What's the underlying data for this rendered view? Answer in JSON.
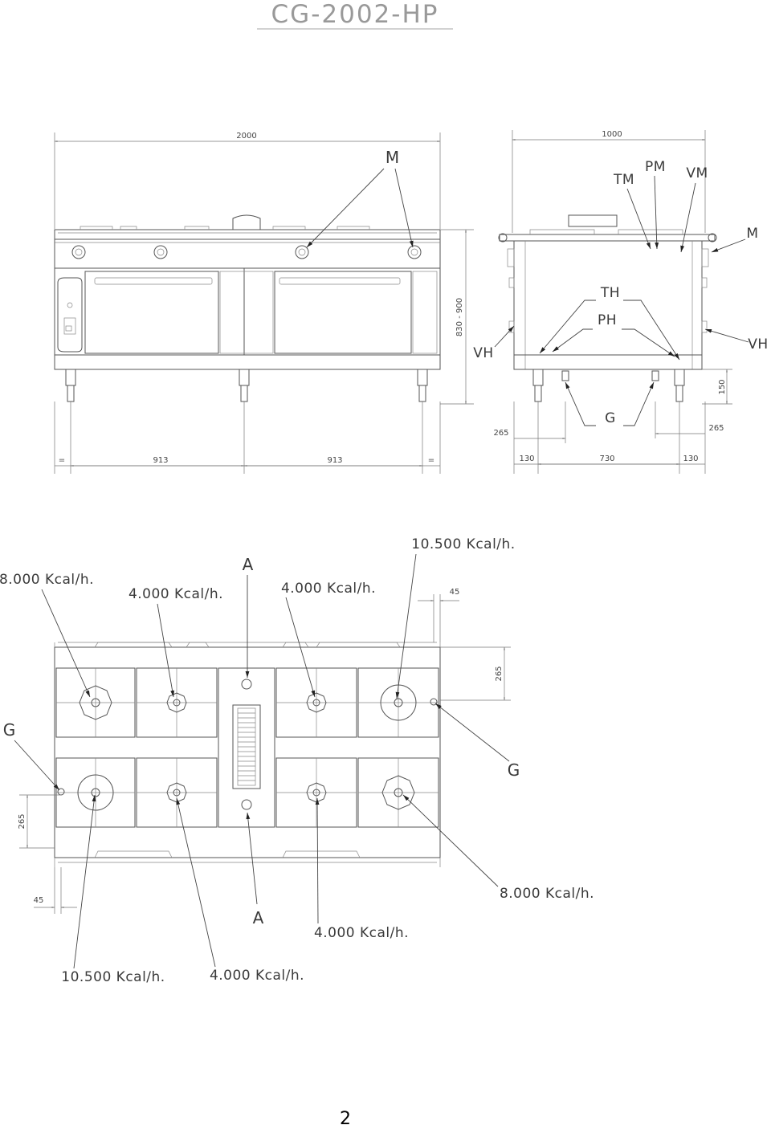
{
  "title": "CG-2002-HP",
  "page_number": "2",
  "front_view": {
    "width_label": "2000",
    "label_m": "M",
    "split_left_eq": "=",
    "split_913_a": "913",
    "split_913_b": "913",
    "split_right_eq": "=",
    "height_range": "830 - 900"
  },
  "side_view": {
    "depth_label": "1000",
    "label_tm": "TM",
    "label_pm": "PM",
    "label_vm": "VM",
    "label_m": "M",
    "label_th": "TH",
    "label_ph": "PH",
    "label_vh_left": "VH",
    "label_vh_right": "VH",
    "label_g": "G",
    "dim_150": "150",
    "dim_265_left": "265",
    "dim_265_right": "265",
    "dim_130_left": "130",
    "dim_730": "730",
    "dim_130_right": "130"
  },
  "top_view": {
    "burner_8000_top": "8.000 Kcal/h.",
    "burner_4000_top_left": "4.000 Kcal/h.",
    "label_a_top": "A",
    "burner_4000_top_mid": "4.000 Kcal/h.",
    "burner_10500_top": "10.500 Kcal/h.",
    "dim_45_top": "45",
    "dim_265_right": "265",
    "label_g_left": "G",
    "label_g_right": "G",
    "dim_265_left": "265",
    "dim_45_bottom": "45",
    "label_a_bottom": "A",
    "burner_8000_bottom": "8.000 Kcal/h.",
    "burner_4000_bottom_mid": "4.000 Kcal/h.",
    "burner_10500_bottom": "10.500 Kcal/h.",
    "burner_4000_bottom_left": "4.000 Kcal/h."
  }
}
